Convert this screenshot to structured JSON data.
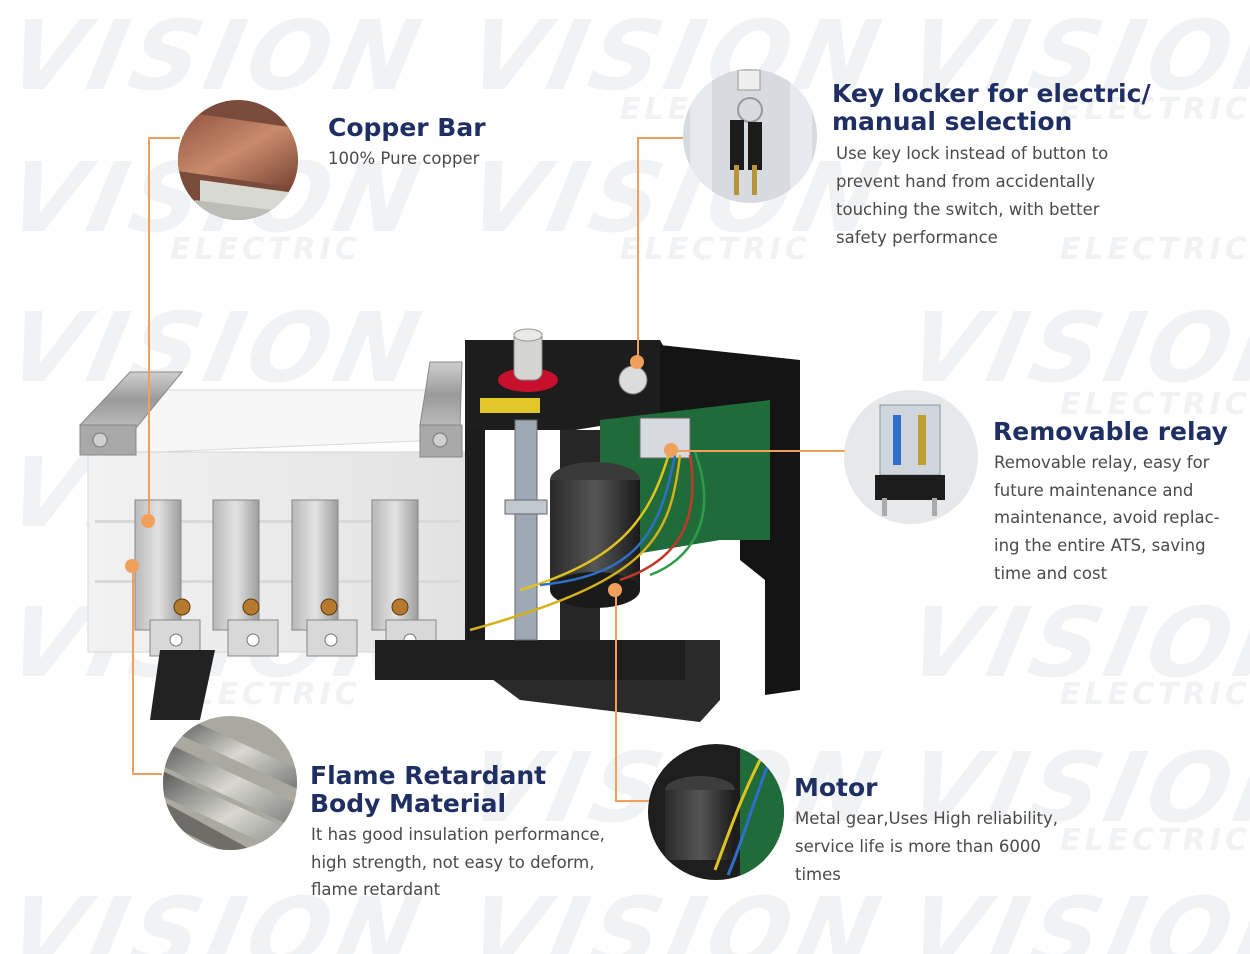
{
  "watermark": {
    "brand": "VISION",
    "sub": "ELECTRIC"
  },
  "callouts": {
    "copper": {
      "title": "Copper Bar",
      "desc": "100% Pure copper"
    },
    "key": {
      "title_line1": "Key locker for electric/",
      "title_line2": "manual selection",
      "desc_lines": [
        "Use key lock instead of button to",
        "prevent hand from accidentally",
        "touching the switch, with better",
        "safety performance"
      ]
    },
    "relay": {
      "title": "Removable relay",
      "desc_lines": [
        "Removable relay, easy for",
        "future maintenance and",
        "maintenance, avoid replac-",
        "ing the entire ATS, saving",
        "time and cost"
      ]
    },
    "flame": {
      "title_line1": "Flame Retardant",
      "title_line2": "Body Material",
      "desc_lines": [
        "It has good insulation performance,",
        "high strength, not easy to deform,",
        "flame retardant"
      ]
    },
    "motor": {
      "title": "Motor",
      "desc_lines": [
        "Metal gear,Uses High reliability,",
        "service life is more than 6000",
        "times"
      ]
    }
  },
  "colors": {
    "title": "#1f2f63",
    "text": "#4a4a4a",
    "accent": "#f0a05a"
  }
}
